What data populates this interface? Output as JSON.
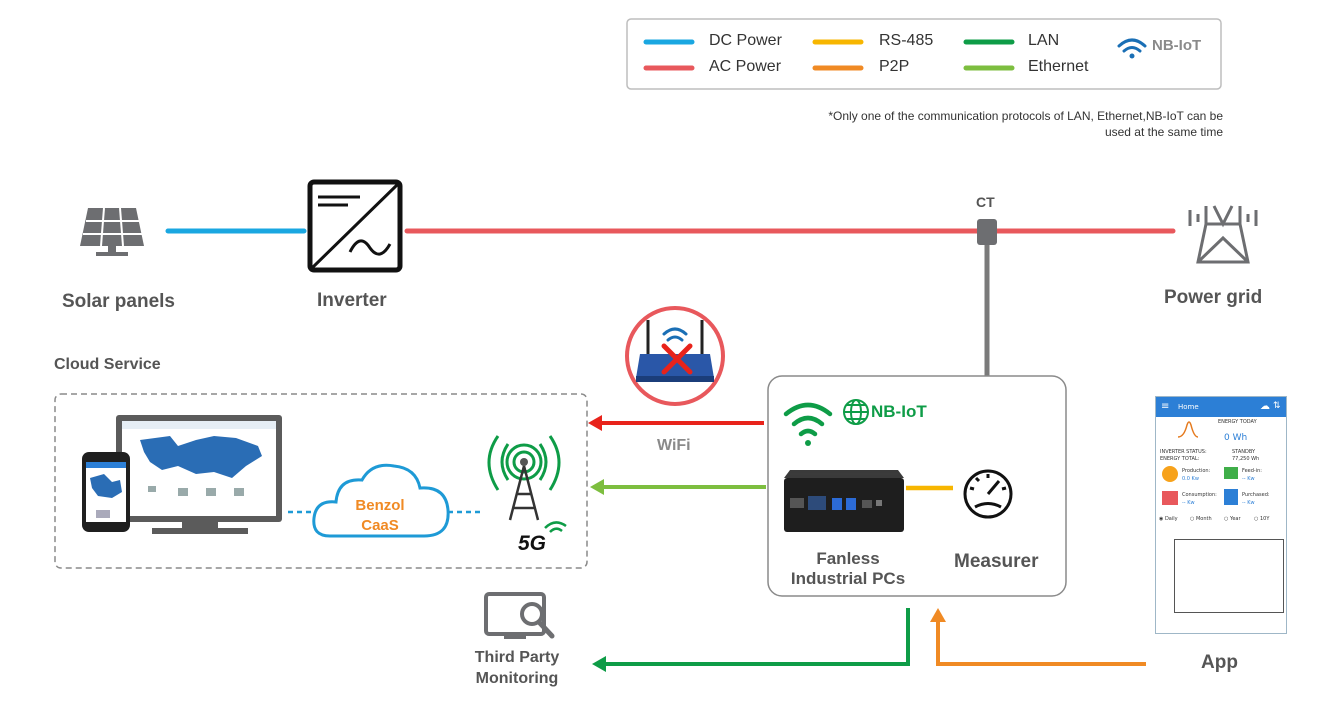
{
  "legend": {
    "items": [
      {
        "label": "DC Power",
        "color": "#1aa7e1"
      },
      {
        "label": "AC Power",
        "color": "#e8585c"
      },
      {
        "label": "RS-485",
        "color": "#f7b600"
      },
      {
        "label": "P2P",
        "color": "#f08a24"
      },
      {
        "label": "LAN",
        "color": "#0e9c47"
      },
      {
        "label": "Ethernet",
        "color": "#7dbe3f"
      }
    ],
    "nbiot_label": "NB-IoT"
  },
  "note": {
    "line1": "*Only one of the communication protocols of LAN, Ethernet,NB-IoT can be",
    "line2": "used at the same time"
  },
  "nodes": {
    "solar_panels": "Solar panels",
    "inverter": "Inverter",
    "ct": "CT",
    "power_grid": "Power grid",
    "cloud_service": "Cloud Service",
    "wifi": "WiFi",
    "nbiot": "NB-IoT",
    "fanless_line1": "Fanless",
    "fanless_line2": "Industrial PCs",
    "measurer": "Measurer",
    "benzol_line1": "Benzol",
    "benzol_line2": "CaaS",
    "fiveg": "5G",
    "third_party_line1": "Third Party",
    "third_party_line2": "Monitoring",
    "app": "App"
  },
  "app_screen": {
    "title": "Home",
    "energy_today": "ENERGY TODAY",
    "energy_value": "0 Wh",
    "inverter_status_label": "INVERTER STATUS:",
    "inverter_status_value": "STANDBY",
    "energy_total_label": "ENERGY TOTAL:",
    "energy_total_value": "77,250 Wh",
    "production_label": "Production:",
    "production_value": "0.0 Kw",
    "feedin_label": "Feed-in:",
    "feedin_value": "-- Kw",
    "consumption_label": "Consumption:",
    "consumption_value": "-- Kw",
    "purchased_label": "Purchased:",
    "purchased_value": "-- Kw",
    "tabs": [
      "Daily",
      "Month",
      "Year",
      "10Y"
    ]
  },
  "colors": {
    "dc": "#1aa7e1",
    "ac": "#e8585c",
    "rs485": "#f7b600",
    "p2p": "#f08a24",
    "lan": "#0e9c47",
    "ethernet": "#7dbe3f",
    "wifi_arrow": "#e8231b",
    "cloud_blue": "#1e9ad6",
    "benzol_orange": "#f08a24",
    "label_gray": "#555555"
  }
}
